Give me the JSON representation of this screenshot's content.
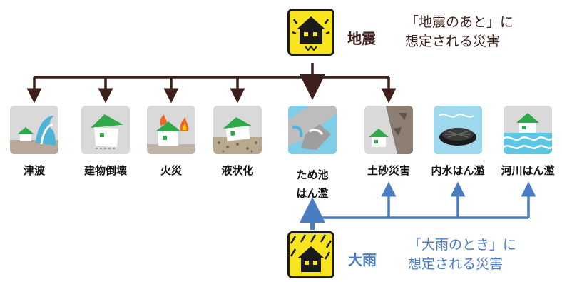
{
  "earthquake": {
    "trigger": "地震",
    "caption": [
      "「地震のあと」に",
      "想定される災害"
    ],
    "icon": "shaking-house-icon",
    "color": "#3d1f1b"
  },
  "heavy_rain": {
    "trigger": "大雨",
    "caption": [
      "「大雨のとき」に",
      "想定される災害"
    ],
    "icon": "house-in-rain-icon",
    "color": "#4a7cc4"
  },
  "hazards": [
    {
      "label": "津波",
      "icon": "tsunami-icon"
    },
    {
      "label": "建物倒壊",
      "icon": "building-collapse-icon"
    },
    {
      "label": "火災",
      "icon": "fire-icon"
    },
    {
      "label": "液状化",
      "icon": "liquefaction-icon"
    },
    {
      "label": "ため池\nはん濫",
      "icon": "reservoir-flood-icon"
    },
    {
      "label": "土砂災害",
      "icon": "landslide-icon"
    },
    {
      "label": "内水はん濫",
      "icon": "inland-flood-icon"
    },
    {
      "label": "河川はん濫",
      "icon": "river-flood-icon"
    }
  ]
}
